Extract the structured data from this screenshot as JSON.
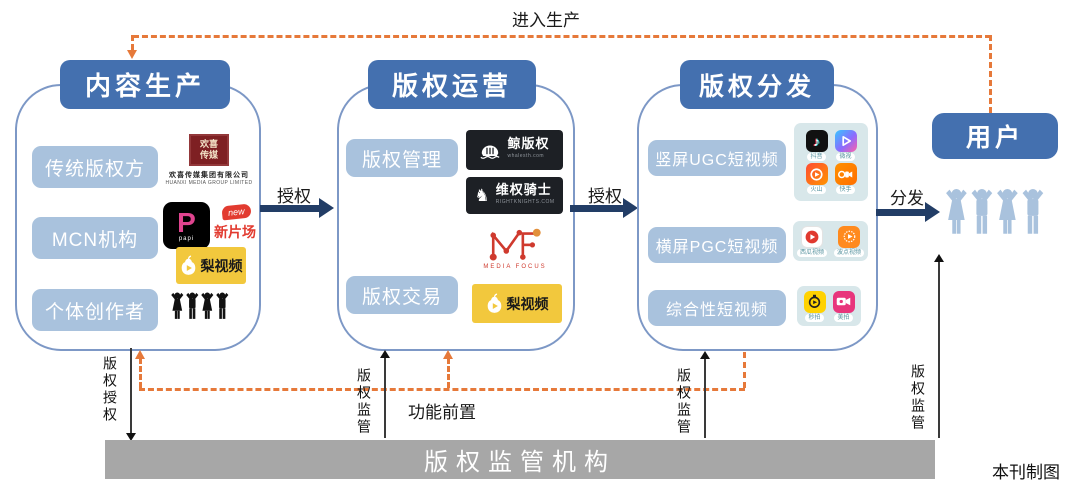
{
  "diagram": {
    "top_label": "进入生产",
    "authorize_label": "授权",
    "distribute_label": "分发",
    "user_label": "用户",
    "function_front_label": "功能前置",
    "copyright_authorize_label": "版权授权",
    "copyright_supervise_label": "版权监管",
    "regulator_label": "版权监管机构",
    "credit_label": "本刊制图"
  },
  "columns": [
    {
      "title": "内容生产",
      "items": [
        "传统版权方",
        "MCN机构",
        "个体创作者"
      ],
      "logos": {
        "huanxi": {
          "name": "欢喜传媒",
          "line1": "欢喜传媒集团有限公司",
          "line2": "HUANXI MEDIA GROUP LIMITED"
        },
        "papi": {
          "initial": "P",
          "text": "papi"
        },
        "xinpianchang": {
          "badge": "new",
          "name": "新片场"
        },
        "pear": {
          "name": "梨视频"
        }
      }
    },
    {
      "title": "版权运营",
      "items": [
        "版权管理",
        "版权交易"
      ],
      "logos": {
        "jing": {
          "name": "鲸版权",
          "sub": "whalesth.com"
        },
        "knight": {
          "name": "维权骑士",
          "sub": "RIGHTKNIGHTS.COM"
        },
        "mediafocus": {
          "name": "MEDIA FOCUS"
        },
        "pear": {
          "name": "梨视频"
        }
      }
    },
    {
      "title": "版权分发",
      "items": [
        "竖屏UGC短视频",
        "横屏PGC短视频",
        "综合性短视频"
      ],
      "apps": {
        "group1": [
          "抖音",
          "微视",
          "火山",
          "快手"
        ],
        "group2": [
          "西瓜视频",
          "波点视频"
        ],
        "group3": [
          "秒拍",
          "美拍"
        ]
      }
    }
  ],
  "colors": {
    "header_blue": "#4470af",
    "item_blue": "#a9c2dd",
    "orange_dash": "#e6793a",
    "navy_arrow": "#223d66",
    "gray_bar": "#a7a7a7",
    "pear_yellow": "#f2c83d"
  }
}
